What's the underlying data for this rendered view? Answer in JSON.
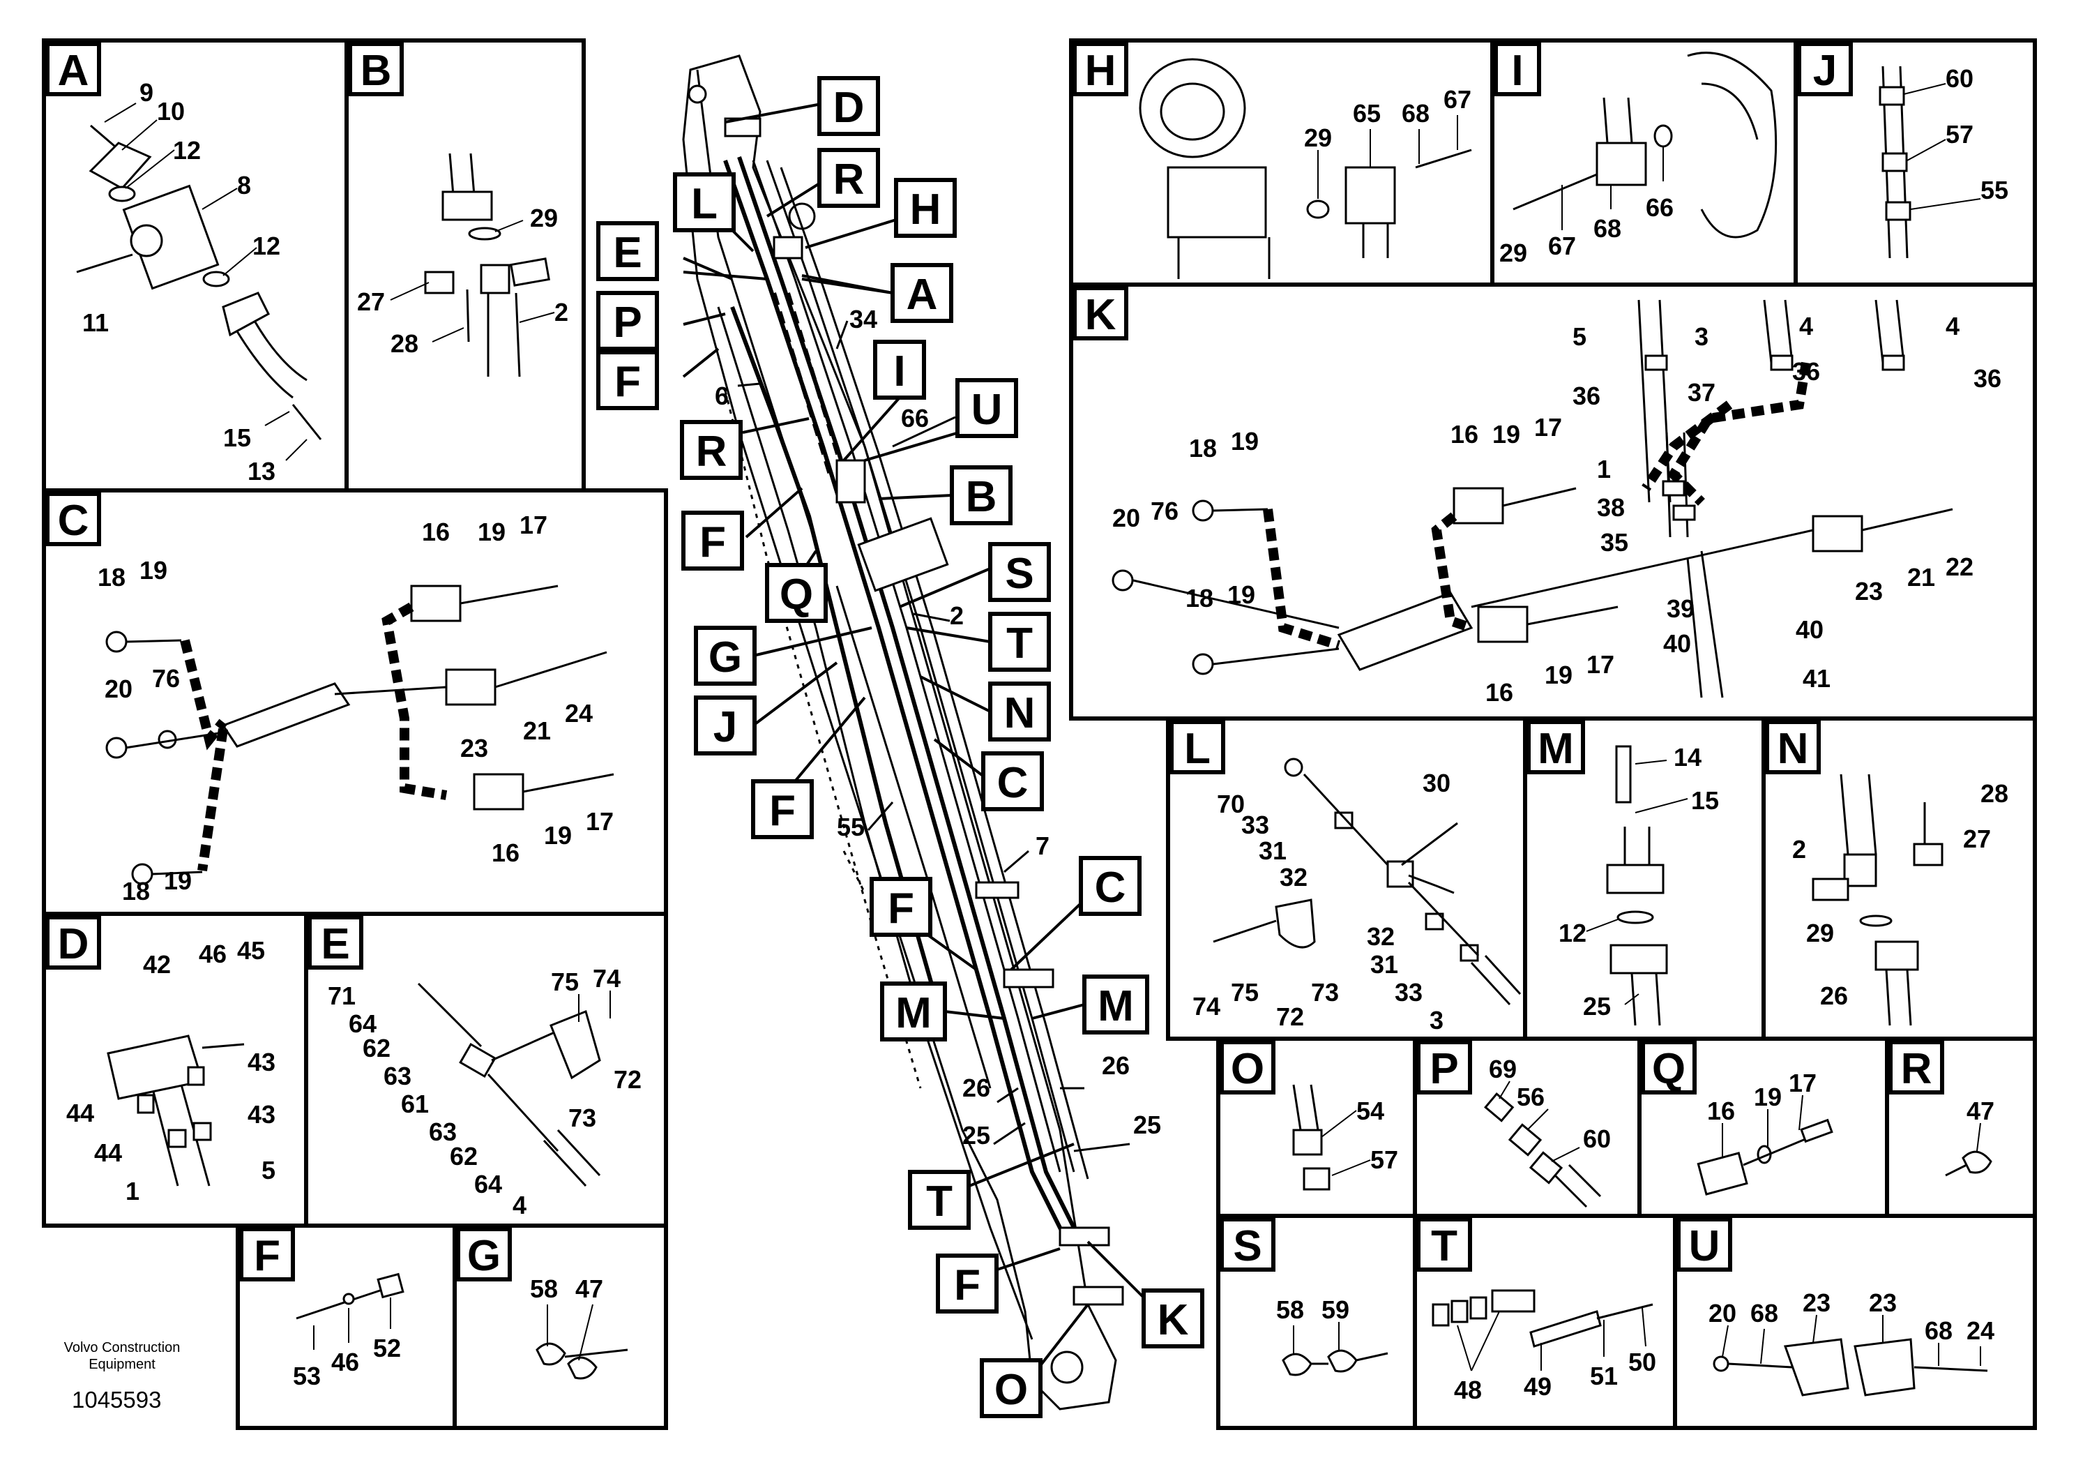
{
  "publisher": "Volvo Construction Equipment",
  "doc_number": "1045593",
  "main_callouts": [
    "D",
    "R",
    "L",
    "H",
    "E",
    "A",
    "P",
    "I",
    "F",
    "U",
    "R",
    "B",
    "F",
    "S",
    "Q",
    "T",
    "G",
    "N",
    "J",
    "C",
    "F",
    "C",
    "F",
    "M",
    "M",
    "T",
    "F",
    "K",
    "O"
  ],
  "main_numbers": [
    "34",
    "6",
    "66",
    "2",
    "55",
    "7",
    "26",
    "26",
    "25",
    "25"
  ],
  "panels": {
    "A": {
      "title": "A",
      "labels": [
        "9",
        "10",
        "12",
        "8",
        "12",
        "11",
        "15",
        "13"
      ]
    },
    "B": {
      "title": "B",
      "labels": [
        "29",
        "27",
        "2",
        "28"
      ]
    },
    "C": {
      "title": "C",
      "labels": [
        "16",
        "19",
        "17",
        "18",
        "19",
        "20",
        "76",
        "23",
        "21",
        "24",
        "16",
        "19",
        "17",
        "18",
        "19"
      ]
    },
    "D": {
      "title": "D",
      "labels": [
        "42",
        "46",
        "45",
        "43",
        "44",
        "43",
        "44",
        "1",
        "5"
      ]
    },
    "E": {
      "title": "E",
      "labels": [
        "75",
        "74",
        "71",
        "64",
        "62",
        "63",
        "61",
        "72",
        "73",
        "63",
        "62",
        "64",
        "4"
      ]
    },
    "F": {
      "title": "F",
      "labels": [
        "53",
        "46",
        "52"
      ]
    },
    "G": {
      "title": "G",
      "labels": [
        "58",
        "47"
      ]
    },
    "H": {
      "title": "H",
      "labels": [
        "65",
        "68",
        "67",
        "29"
      ]
    },
    "I": {
      "title": "I",
      "labels": [
        "29",
        "67",
        "68",
        "66"
      ]
    },
    "J": {
      "title": "J",
      "labels": [
        "60",
        "57",
        "55"
      ]
    },
    "K": {
      "title": "K",
      "labels": [
        "5",
        "3",
        "4",
        "4",
        "36",
        "37",
        "36",
        "36",
        "18",
        "19",
        "16",
        "19",
        "17",
        "1",
        "38",
        "35",
        "20",
        "76",
        "23",
        "21",
        "22",
        "18",
        "19",
        "39",
        "40",
        "40",
        "16",
        "19",
        "17",
        "41"
      ]
    },
    "L": {
      "title": "L",
      "labels": [
        "70",
        "30",
        "33",
        "31",
        "32",
        "32",
        "31",
        "33",
        "74",
        "75",
        "72",
        "73",
        "3"
      ]
    },
    "M": {
      "title": "M",
      "labels": [
        "14",
        "15",
        "12",
        "25"
      ]
    },
    "N": {
      "title": "N",
      "labels": [
        "28",
        "2",
        "27",
        "29",
        "26"
      ]
    },
    "O": {
      "title": "O",
      "labels": [
        "54",
        "57"
      ]
    },
    "P": {
      "title": "P",
      "labels": [
        "69",
        "56",
        "60"
      ]
    },
    "Q": {
      "title": "Q",
      "labels": [
        "16",
        "19",
        "17"
      ]
    },
    "R": {
      "title": "R",
      "labels": [
        "47"
      ]
    },
    "S": {
      "title": "S",
      "labels": [
        "58",
        "59"
      ]
    },
    "T": {
      "title": "T",
      "labels": [
        "48",
        "49",
        "51",
        "50"
      ]
    },
    "U": {
      "title": "U",
      "labels": [
        "20",
        "68",
        "23",
        "23",
        "68",
        "24"
      ]
    }
  }
}
